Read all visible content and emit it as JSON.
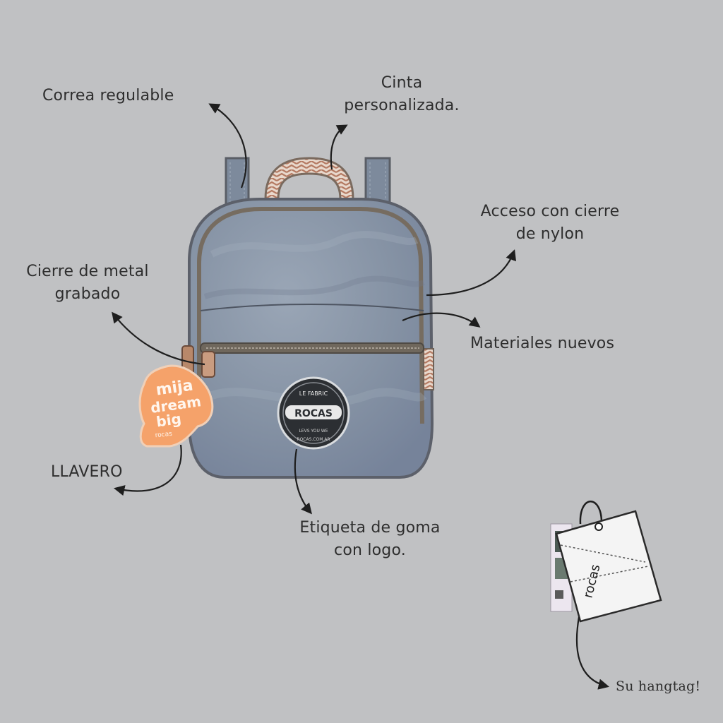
{
  "labels": {
    "correa": "Correa regulable",
    "cinta": [
      "Cinta",
      "personalizada."
    ],
    "acceso": [
      "Acceso con cierre",
      "de nylon"
    ],
    "cierre_metal": [
      "Cierre de metal",
      "grabado"
    ],
    "materiales": "Materiales nuevos",
    "llavero": "LLAVERO",
    "etiqueta": [
      "Etiqueta de goma",
      "con logo."
    ],
    "hangtag": "Su hangtag!"
  },
  "keychain": {
    "lines": [
      "mija",
      "dream",
      "big"
    ],
    "brand": "rocas"
  },
  "badge": {
    "top": "LE FABRIC",
    "name": "ROCAS",
    "line1": "LEVS YOU WE",
    "line2": "ROCAS.COM.AR"
  },
  "tag": {
    "brand": "rocas"
  },
  "colors": {
    "background": "#c0c1c3",
    "bag_body": "#8896a8",
    "bag_outline": "#5a5e66",
    "zipper": "#7a6e60",
    "keychain": "#f08a3c",
    "handle_pattern": "#b8806a",
    "text": "#2e2e2e"
  }
}
